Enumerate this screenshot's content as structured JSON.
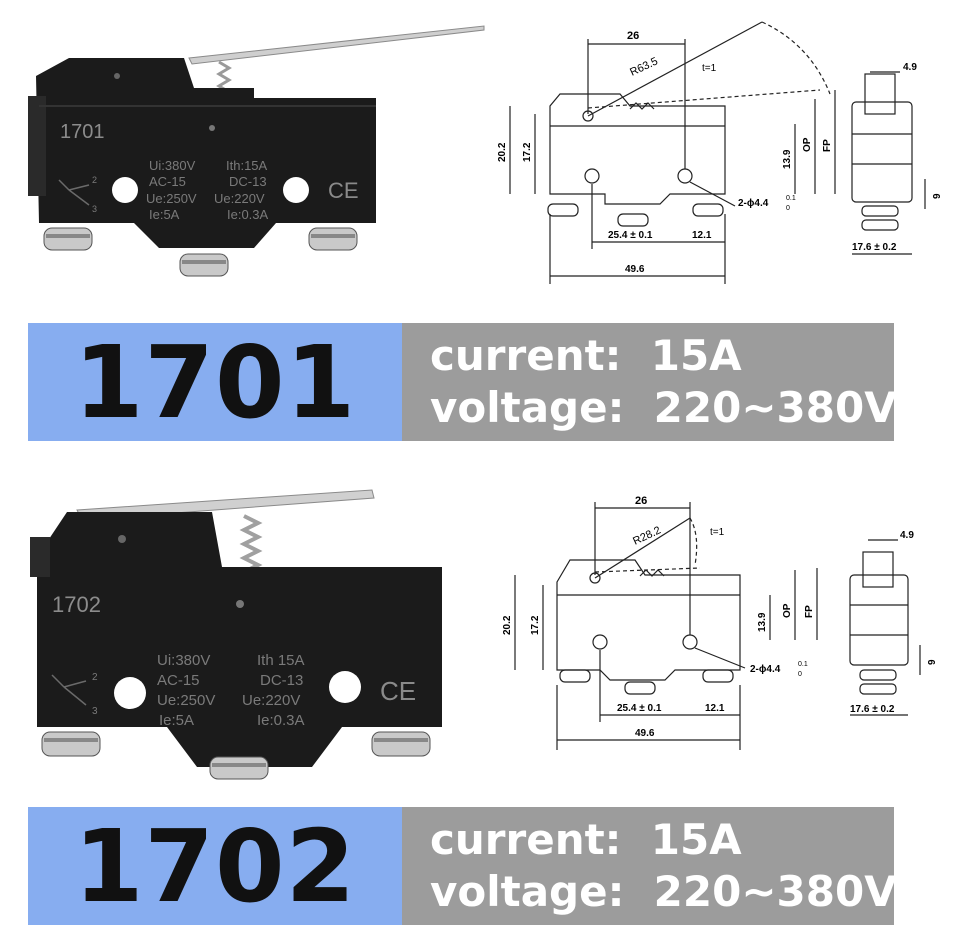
{
  "products": [
    {
      "model": "1701",
      "body_label": "1701",
      "ratings": {
        "ui": "Ui:380V",
        "ith": "Ith:15A",
        "ac": "AC-15",
        "dc": "DC-13",
        "ue_ac": "Ue:250V",
        "ue_dc": "Ue:220V",
        "ie_ac": "Ie:5A",
        "ie_dc": "Ie:0.3A",
        "term_top": "2",
        "term_bot": "3",
        "ce": "CE"
      },
      "dims": {
        "width_26": "26",
        "radius": "R63.5",
        "thickness": "t=1",
        "side_4_9": "4.9",
        "h_20_2": "20.2",
        "h_17_2": "17.2",
        "h_13_9": "13.9",
        "op": "OP",
        "fp": "FP",
        "side_9": "9",
        "hole": "2-ϕ4.4",
        "hole_tol_top": "0.1",
        "hole_tol_bot": "0",
        "pitch": "25.4 ± 0.1",
        "offset": "12.1",
        "length": "49.6",
        "depth": "17.6 ± 0.2"
      },
      "current_label": "current:",
      "current_value": "15A",
      "voltage_label": "voltage:",
      "voltage_value": "220~380V"
    },
    {
      "model": "1702",
      "body_label": "1702",
      "ratings": {
        "ui": "Ui:380V",
        "ith": "Ith 15A",
        "ac": "AC-15",
        "dc": "DC-13",
        "ue_ac": "Ue:250V",
        "ue_dc": "Ue:220V",
        "ie_ac": "Ie:5A",
        "ie_dc": "Ie:0.3A",
        "term_top": "2",
        "term_bot": "3",
        "ce": "CE"
      },
      "dims": {
        "width_26": "26",
        "radius": "R28.2",
        "thickness": "t=1",
        "side_4_9": "4.9",
        "h_20_2": "20.2",
        "h_17_2": "17.2",
        "h_13_9": "13.9",
        "op": "OP",
        "fp": "FP",
        "side_9": "9",
        "hole": "2-ϕ4.4",
        "hole_tol_top": "0.1",
        "hole_tol_bot": "0",
        "pitch": "25.4 ± 0.1",
        "offset": "12.1",
        "length": "49.6",
        "depth": "17.6 ± 0.2"
      },
      "current_label": "current:",
      "current_value": "15A",
      "voltage_label": "voltage:",
      "voltage_value": "220~380V"
    }
  ],
  "colors": {
    "model_bg": "#87adf0",
    "spec_bg": "#9c9c9c",
    "switch_body": "#1a1a1a",
    "lever": "#c8c8c8"
  }
}
